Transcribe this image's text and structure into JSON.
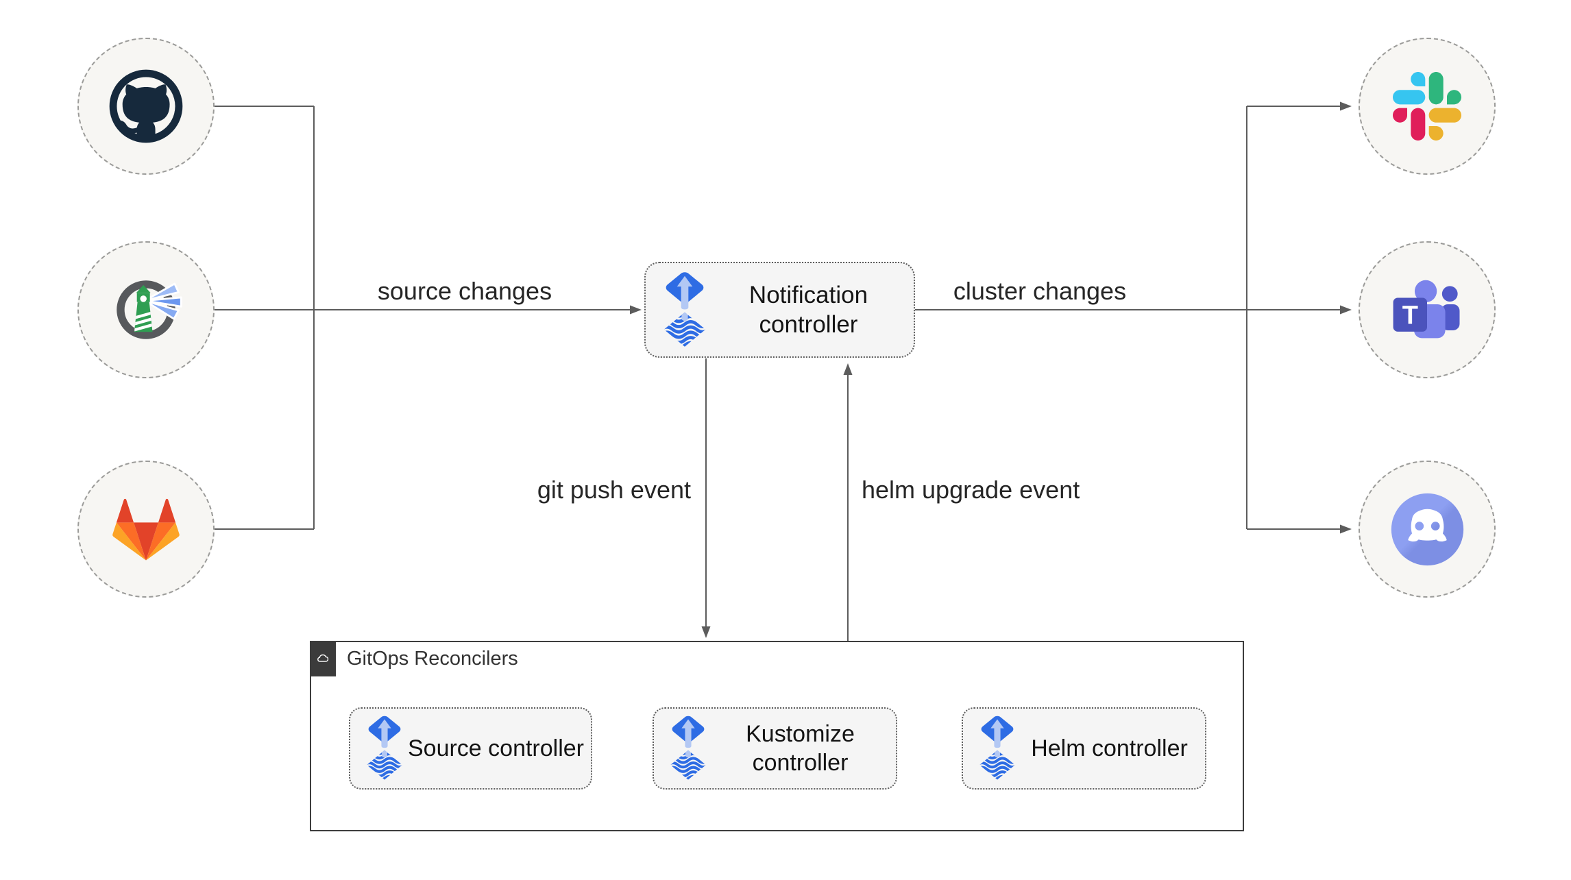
{
  "diagram": {
    "title_implied": "Flux notification-controller event flow",
    "edges": {
      "source_changes": "source changes",
      "cluster_changes": "cluster changes",
      "git_push_event": "git push event",
      "helm_upgrade_event": "helm upgrade event"
    },
    "nodes": {
      "notification_controller": "Notification controller",
      "source_controller": "Source controller",
      "kustomize_controller": "Kustomize controller",
      "helm_controller": "Helm controller"
    },
    "container": {
      "label": "GitOps Reconcilers",
      "corner_icon": "cloud-icon"
    },
    "source_icons": [
      "github",
      "harbor",
      "gitlab"
    ],
    "target_icons": [
      "slack",
      "microsoft-teams",
      "discord"
    ],
    "colors": {
      "flux_blue": "#2e6ce4",
      "flux_arrow_light": "#b3c8f4",
      "wire_gray": "#5c5c5c",
      "node_fill": "#f5f5f5",
      "circle_fill": "#f7f6f3",
      "circle_border": "#9b9b99",
      "container_border": "#3d3d3d",
      "corner_square": "#3b3b3b",
      "github_dark": "#16293c",
      "gitlab_red": "#e24329",
      "gitlab_orange": "#fc6d26",
      "gitlab_yellow": "#fca326",
      "slack_blue": "#36c5f0",
      "slack_green": "#2eb67d",
      "slack_yellow": "#ecb22e",
      "slack_red": "#e01e5a",
      "teams_purple": "#4b53bc",
      "teams_light": "#7b83eb",
      "discord_blurple": "#8093e6",
      "harbor_gray": "#57595c",
      "harbor_green": "#2f9e52"
    }
  }
}
